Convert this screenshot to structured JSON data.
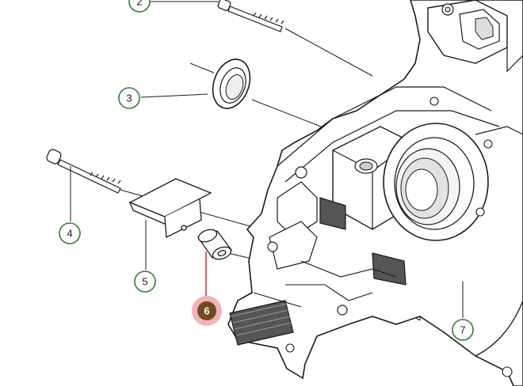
{
  "colors": {
    "callout_stroke": "#2e7d32",
    "callout_text": "#1b1b1b",
    "highlight_fill": "#6d4c1f",
    "highlight_ring": "#f3b2b7",
    "highlight_line": "#d9606e",
    "line_art": "#1a1a1a"
  },
  "callouts": [
    {
      "id": "2",
      "label": "2",
      "highlighted": false
    },
    {
      "id": "3",
      "label": "3",
      "highlighted": false
    },
    {
      "id": "4",
      "label": "4",
      "highlighted": false
    },
    {
      "id": "5",
      "label": "5",
      "highlighted": false
    },
    {
      "id": "6",
      "label": "6",
      "highlighted": true
    },
    {
      "id": "7",
      "label": "7",
      "highlighted": false
    }
  ]
}
